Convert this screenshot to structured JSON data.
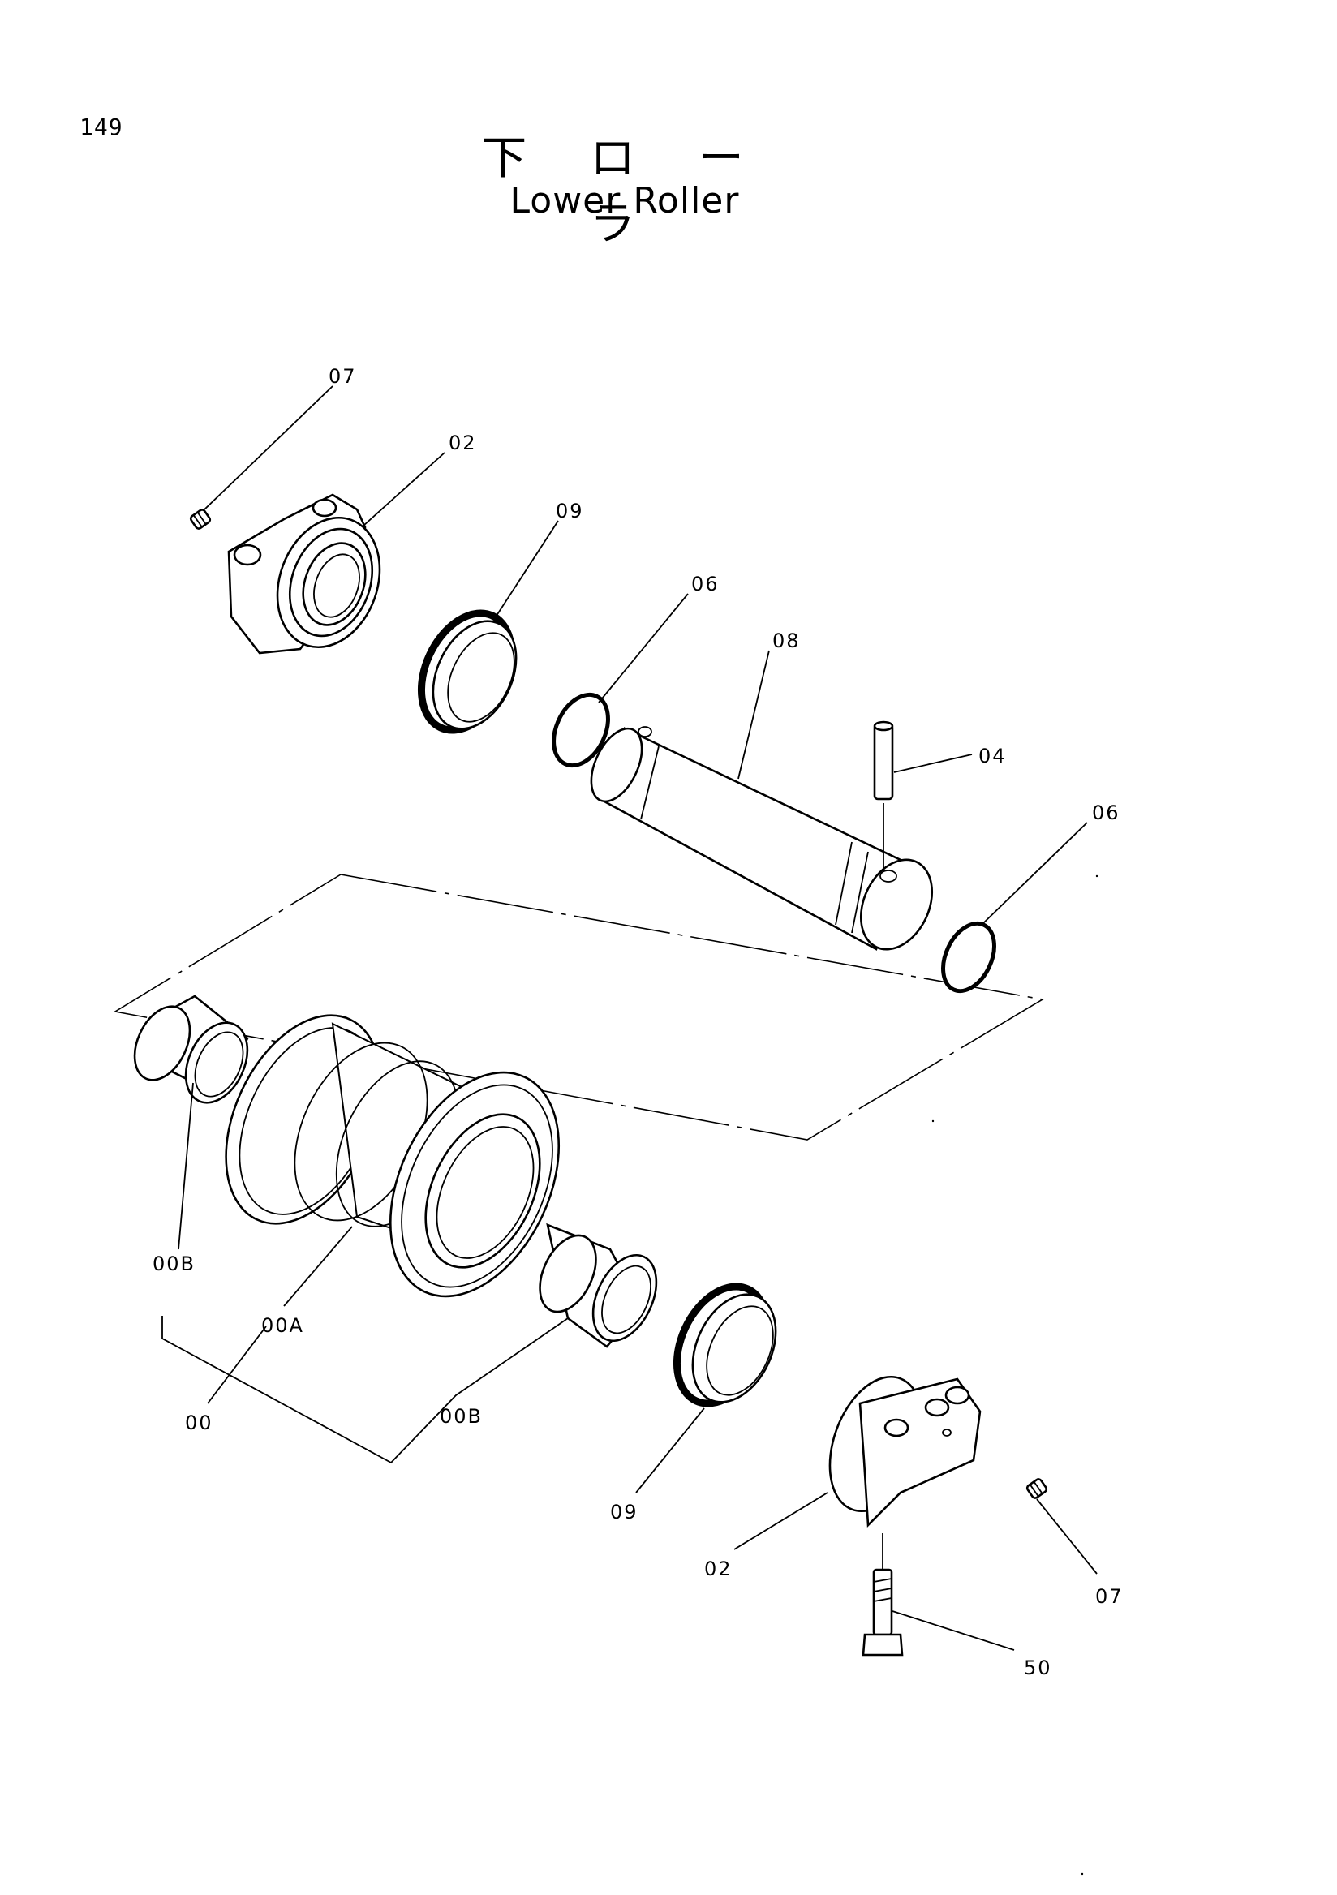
{
  "page": {
    "number": "149",
    "title_ja": "下 ロ ー ラ",
    "title_en": "Lower Roller"
  },
  "callouts": {
    "p07_top": "07",
    "p02_top": "02",
    "p09_top": "09",
    "p06_left": "06",
    "p08": "08",
    "p04": "04",
    "p06_right": "06",
    "p00B_left": "00B",
    "p00A": "00A",
    "p00": "00",
    "p00B_bottom": "00B",
    "p09_bottom": "09",
    "p02_bottom": "02",
    "p07_bottom": "07",
    "p50": "50"
  },
  "parts": [
    {
      "icon": "oil-plug-icon",
      "ref": "07"
    },
    {
      "icon": "collar-icon",
      "ref": "02"
    },
    {
      "icon": "floating-seal-icon",
      "ref": "09"
    },
    {
      "icon": "o-ring-icon",
      "ref": "06"
    },
    {
      "icon": "shaft-icon",
      "ref": "08"
    },
    {
      "icon": "pin-icon",
      "ref": "04"
    },
    {
      "icon": "roller-assembly-icon",
      "ref": "00"
    },
    {
      "icon": "roller-body-icon",
      "ref": "00A"
    },
    {
      "icon": "bushing-icon",
      "ref": "00B"
    },
    {
      "icon": "bolt-icon",
      "ref": "50"
    }
  ]
}
